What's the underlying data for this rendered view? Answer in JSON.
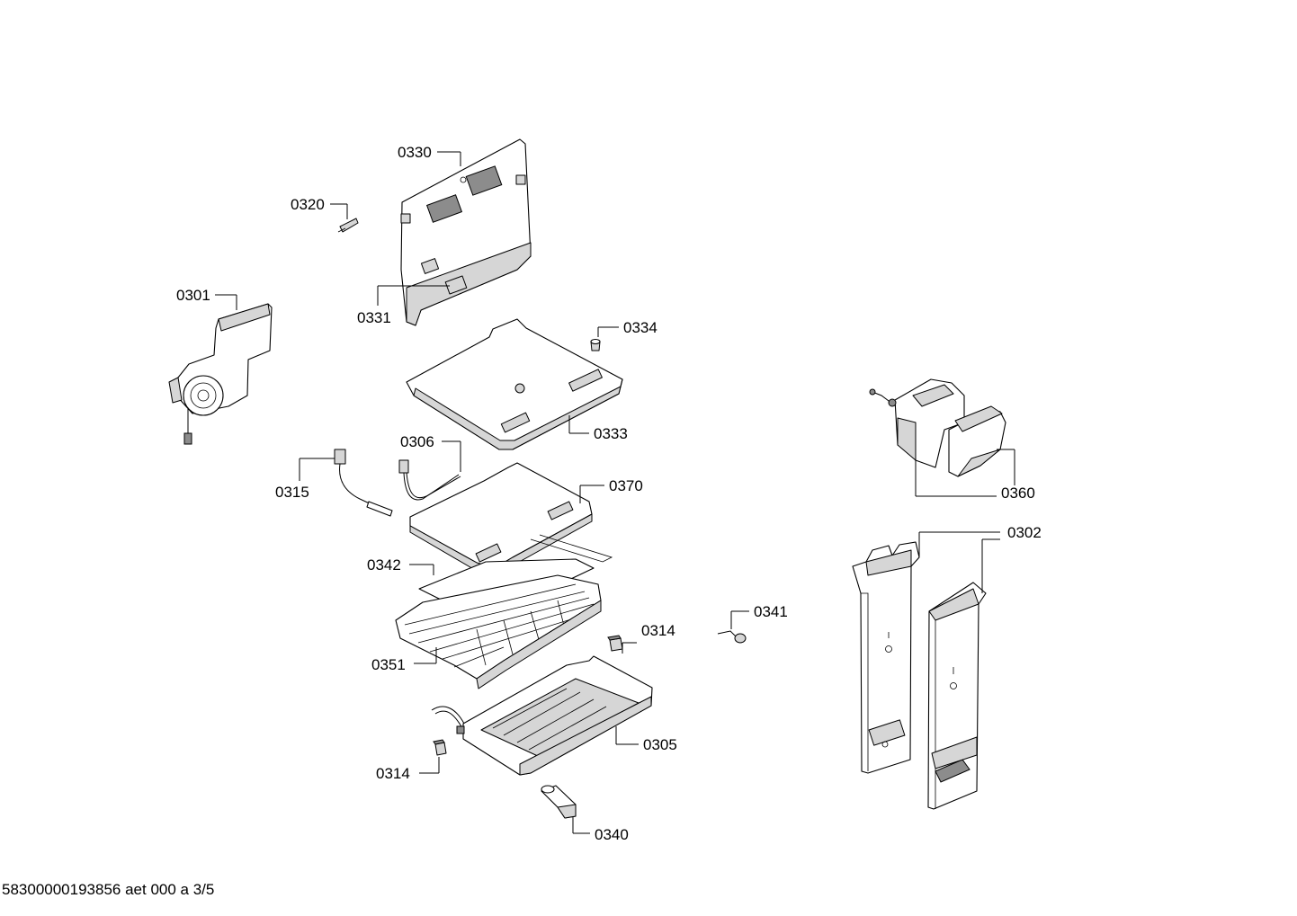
{
  "drawing": {
    "footer_text": "58300000193856 aet 000 a 3/5"
  },
  "parts": {
    "p0330": "0330",
    "p0320": "0320",
    "p0301": "0301",
    "p0331": "0331",
    "p0334": "0334",
    "p0333": "0333",
    "p0306": "0306",
    "p0315": "0315",
    "p0370": "0370",
    "p0342": "0342",
    "p0341": "0341",
    "p0314a": "0314",
    "p0351": "0351",
    "p0305": "0305",
    "p0314b": "0314",
    "p0340": "0340",
    "p0360": "0360",
    "p0302": "0302"
  }
}
